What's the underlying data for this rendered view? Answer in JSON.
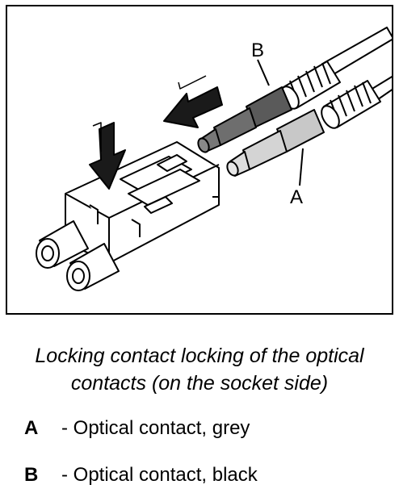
{
  "figure": {
    "label_a": "A",
    "label_b": "B"
  },
  "caption": {
    "line1": "Locking contact locking of the optical",
    "line2": "contacts (on the socket side)"
  },
  "legend": [
    {
      "key": "A",
      "text": "- Optical contact, grey",
      "color": "#bdbdbd"
    },
    {
      "key": "B",
      "text": "- Optical contact, black",
      "color": "#555555"
    }
  ]
}
